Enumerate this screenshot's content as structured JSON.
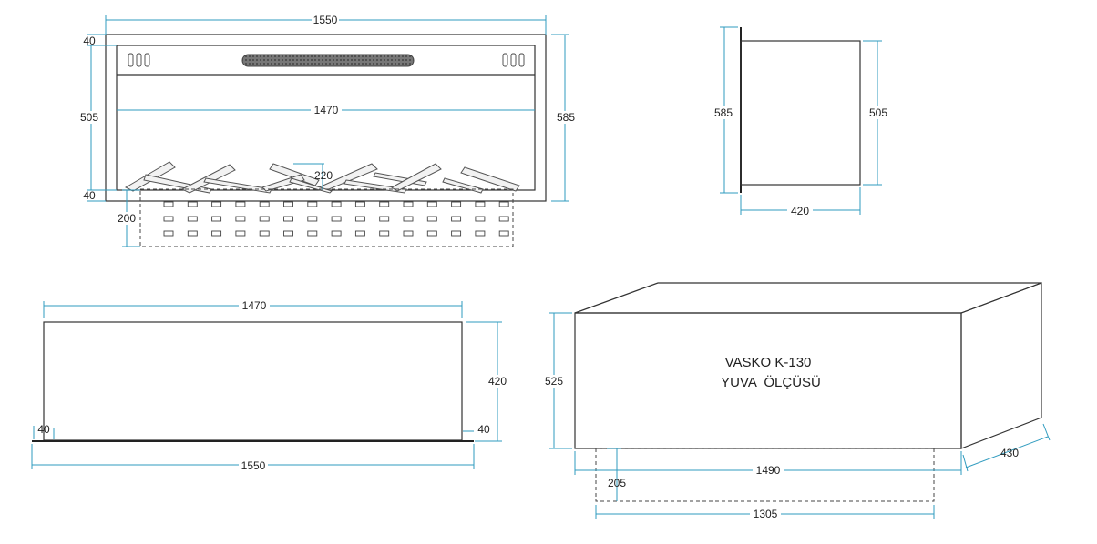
{
  "diagram": {
    "front_view": {
      "overall_width": "1550",
      "inner_width": "1470",
      "height_right": "585",
      "inner_height": "505",
      "top_margin": "40",
      "bottom_margin": "40",
      "log_height": "220",
      "basket_height": "200"
    },
    "side_view": {
      "overall_height": "585",
      "inner_height": "505",
      "depth": "420"
    },
    "back_view": {
      "top_width": "1470",
      "height": "420",
      "left_margin": "40",
      "right_margin": "40",
      "bottom_width": "1550"
    },
    "niche_view": {
      "title_line1": "VASKO K-130",
      "title_line2": "YUVA  ÖLÇÜSÜ",
      "height": "525",
      "width": "1490",
      "depth": "430",
      "lower_height": "205",
      "lower_width": "1305"
    }
  },
  "colors": {
    "dimension_line": "#2f9bbf",
    "outline": "#333333"
  }
}
